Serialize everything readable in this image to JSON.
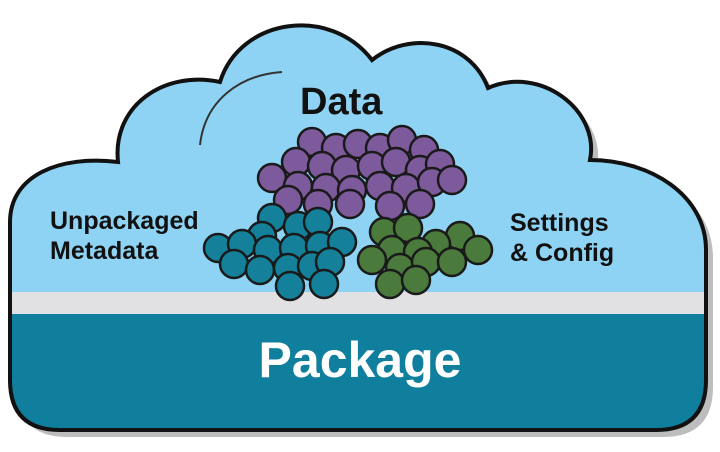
{
  "labels": {
    "data": "Data",
    "unpackaged_line1": "Unpackaged",
    "unpackaged_line2": "Metadata",
    "settings_line1": "Settings",
    "settings_line2": "& Config",
    "package": "Package"
  },
  "colors": {
    "cloud_fill": "#8ed3f3",
    "cloud_outline": "#111111",
    "divider_band": "#e1e1e3",
    "package_band": "#0f7f9d",
    "data_bubbles": "#7d5a9b",
    "metadata_bubbles": "#14809a",
    "settings_bubbles": "#4a7a3c",
    "bubble_outline": "#1a1a1a",
    "label_text": "#111111",
    "package_text": "#ffffff"
  }
}
